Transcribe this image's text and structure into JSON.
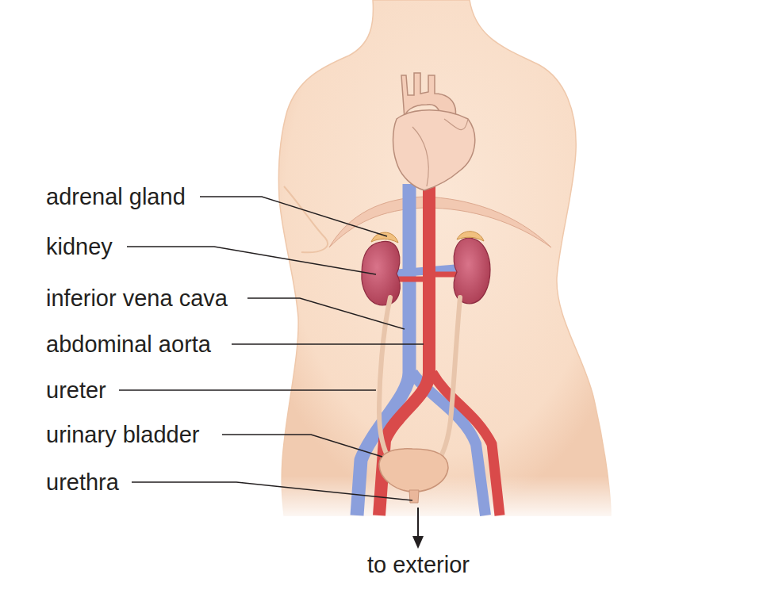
{
  "diagram": {
    "labels": [
      "adrenal gland",
      "kidney",
      "inferior vena cava",
      "abdominal aorta",
      "ureter",
      "urinary bladder",
      "urethra",
      "to exterior"
    ]
  }
}
